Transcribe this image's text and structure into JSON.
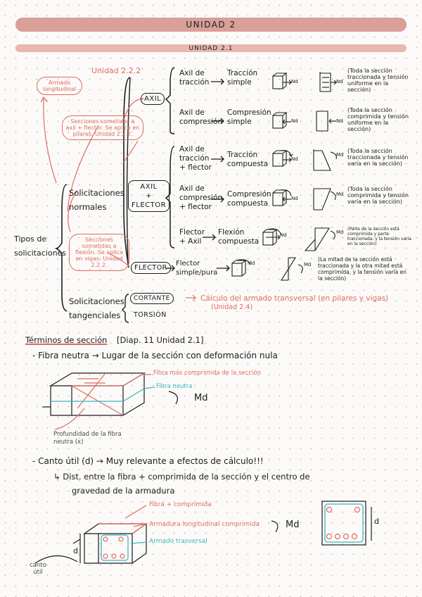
{
  "header": {
    "title": "UNIDAD 2",
    "subtitle": "UNIDAD 2.1"
  },
  "diagram": {
    "unit_ref": "Unidad 2.2.2",
    "notes": {
      "armado": "Armado longitudinal",
      "note1": "Secciones sometidas a axil + flector. Se aplica en pilares. Unidad 2.2.2.",
      "note2": "Secciones sometidas a flexión. Se aplica en vigas. Unidad 2.2.2."
    },
    "root": "Tipos de solicitaciones",
    "groups": {
      "normales": "Solicitaciones normales",
      "tangenciales": "Solicitaciones tangenciales"
    },
    "boxes": {
      "axil": "AXIL",
      "axil_flector_1": "AXIL",
      "axil_flector_plus": "+",
      "axil_flector_2": "FLECTOR",
      "flector": "FLECTOR",
      "cortante": "CORTANTE",
      "torsion": "TORSIÓN"
    },
    "rows": [
      {
        "left": "Axil de tracción",
        "mid": "Tracción simple",
        "md1": "Nd",
        "md2": "Nd",
        "desc": "(Toda la sección traccionada y tensión uniforme en la sección)"
      },
      {
        "left": "Axil de compresión",
        "mid": "Compresión simple",
        "md1": "Nd",
        "md2": "Nd",
        "desc": "(Toda la sección comprimida y tensión uniforme en la sección)"
      },
      {
        "left": "Axil de tracción + flector",
        "mid": "Tracción compuesta",
        "md1": "Nd",
        "md2": "Md",
        "desc": "(Toda la sección traccionada y tensión varía en la sección)"
      },
      {
        "left": "Axil de compresión + flector",
        "mid": "Compresión compuesta",
        "md1": "Nd",
        "md2": "Md",
        "desc": "(Toda la sección comprimida y tensión varía en la sección)"
      },
      {
        "left": "Flector + Axil",
        "mid": "Flexión compuesta",
        "md1": "Nd",
        "md2": "Md",
        "desc": "(Parte de la sección está comprimida y parte traccionada, y la tensión varía en la sección)"
      },
      {
        "left": "Flector simple/pura",
        "mid": "",
        "md1": "Md",
        "md2": "Md",
        "desc": "(La mitad de la sección está traccionada y la otra mitad está comprimida, y la tensión varía en la sección)"
      }
    ],
    "cortante_note": "Cálculo del armado transversal (en pilares y vigas)",
    "cortante_unit": "(Unidad 2.4)"
  },
  "terms": {
    "heading": "Términos de sección",
    "ref": "[Diap. 11 Unidad 2.1]",
    "fibra_neutra": "- Fibra neutra → Lugar de la sección con deformación nula",
    "fig1": {
      "label1": "Fibra más comprimida de la sección",
      "label2": "Fibra neutra",
      "label3": "Profundidad de la fibra neutra (x)",
      "moment": "Md"
    },
    "canto_util": "- Canto útil (d) → Muy relevante a efectos de cálculo!!!",
    "canto_def_1": "↳ Dist. entre la fibra + comprimida de la sección y el centro de",
    "canto_def_2": "gravedad de la armadura",
    "fig2": {
      "label1": "Fibra + comprimida",
      "label2": "Armadura longitudinal comprimida",
      "label3": "Armado trasversal",
      "moment": "Md",
      "d": "d",
      "canto": "canto útil",
      "d2": "d"
    }
  }
}
